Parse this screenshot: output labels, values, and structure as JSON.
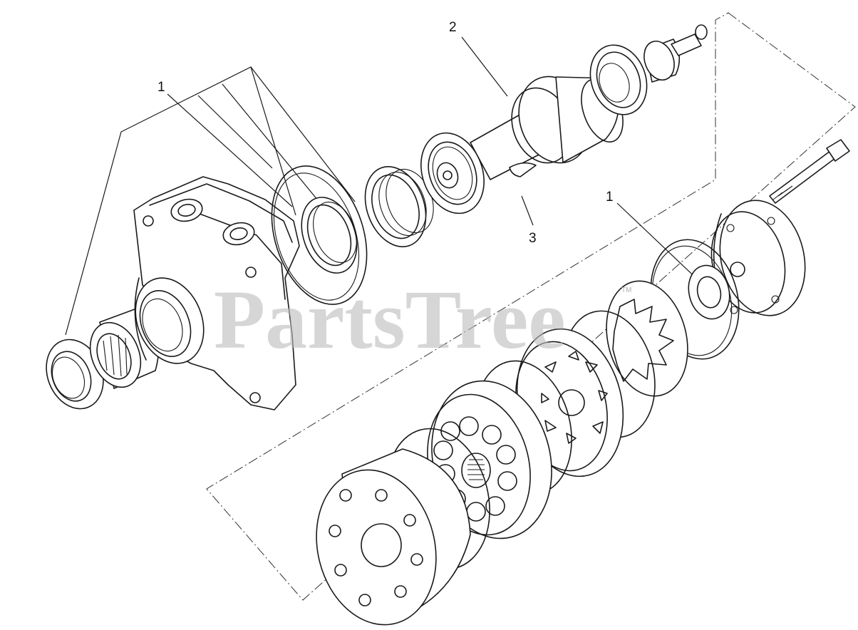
{
  "diagram": {
    "callouts": [
      {
        "id": "callout-1-left",
        "label": "1"
      },
      {
        "id": "callout-2",
        "label": "2"
      },
      {
        "id": "callout-3",
        "label": "3"
      },
      {
        "id": "callout-1-right",
        "label": "1"
      }
    ],
    "watermark": {
      "text": "PartsTree",
      "trademark": "TM"
    }
  }
}
